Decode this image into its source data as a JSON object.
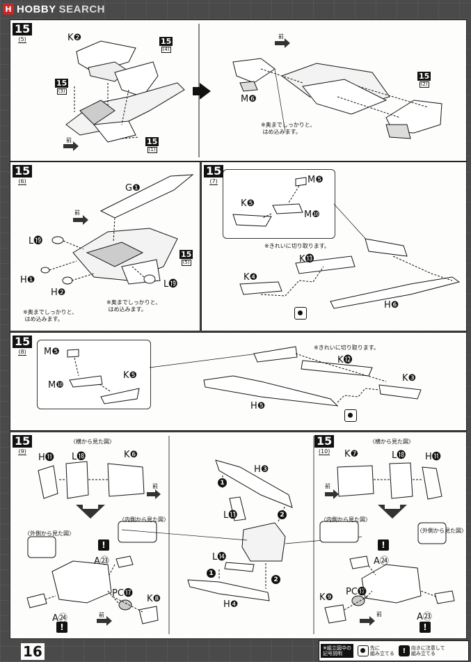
{
  "header": {
    "logo_mark": "H",
    "brand_1": "HOBBY",
    "brand_2": "SEARCH"
  },
  "steps": {
    "s5": {
      "num": "15",
      "sub": "(5)"
    },
    "s6": {
      "num": "15",
      "sub": "(6)"
    },
    "s7": {
      "num": "15",
      "sub": "(7)"
    },
    "s8": {
      "num": "15",
      "sub": "(8)"
    },
    "s9": {
      "num": "15",
      "sub": "(9)"
    },
    "s10": {
      "num": "15",
      "sub": "(10)"
    }
  },
  "refs": {
    "r4": {
      "num": "15",
      "sub": "(4)"
    },
    "r3": {
      "num": "15",
      "sub": "(3)"
    },
    "r1": {
      "num": "15",
      "sub": "(1)"
    },
    "r2": {
      "num": "15",
      "sub": "(2)"
    },
    "r5": {
      "num": "15",
      "sub": "(5)"
    }
  },
  "labels": {
    "k2": "K❷",
    "m6": "M❻",
    "g1": "G❶",
    "l19a": "L⓳",
    "l19b": "L⓳",
    "h1": "H❶",
    "h2": "H❷",
    "m5a": "M❺",
    "k5a": "K❺",
    "m10a": "M❿",
    "k13": "K⓭",
    "k4": "K❹",
    "h6": "H❻",
    "m5b": "M❺",
    "m10b": "M❿",
    "k5b": "K❺",
    "k12": "K⓬",
    "k3": "K❸",
    "h5": "H❺",
    "h11a": "H⓫",
    "l18a": "L⓲",
    "k6": "K❻",
    "a23a": "A㉓",
    "pc17a": "PC⓱",
    "k8": "K❽",
    "a24a": "A㉔",
    "h3": "H❸",
    "l13": "L⓭",
    "l14": "L⓮",
    "h4": "H❹",
    "k7": "K❼",
    "l18b": "L⓲",
    "h11b": "H⓫",
    "a24b": "A㉔",
    "k9": "K❾",
    "pc17b": "PC⓱",
    "a23b": "A㉓"
  },
  "notes": {
    "n1": "※奥までしっかりと、\n はめ込みます。",
    "n2": "※奥までしっかりと、\n はめ込みます。",
    "n3": "※奥までしっかりと、\n はめ込みます。",
    "n4": "※きれいに切り取ります。",
    "n5": "※きれいに切り取ります。",
    "side_view_1": "〈横から見た図〉",
    "side_view_2": "〈横から見た図〉",
    "outer_1": "〈外側から見た図〉",
    "inner_1": "〈内側から見た図〉",
    "inner_2": "〈内側から見た図〉",
    "outer_2": "〈外側から見た図〉"
  },
  "front": "前",
  "seq": {
    "one": "1",
    "two": "2"
  },
  "warn_mark": "!",
  "page_number": "16",
  "legend": {
    "caption": "※組立図中の\n記号説明",
    "item1": "先に\n組み立てる",
    "item2": "向きに注意して\n組み立てる",
    "item2_mark": "!"
  }
}
